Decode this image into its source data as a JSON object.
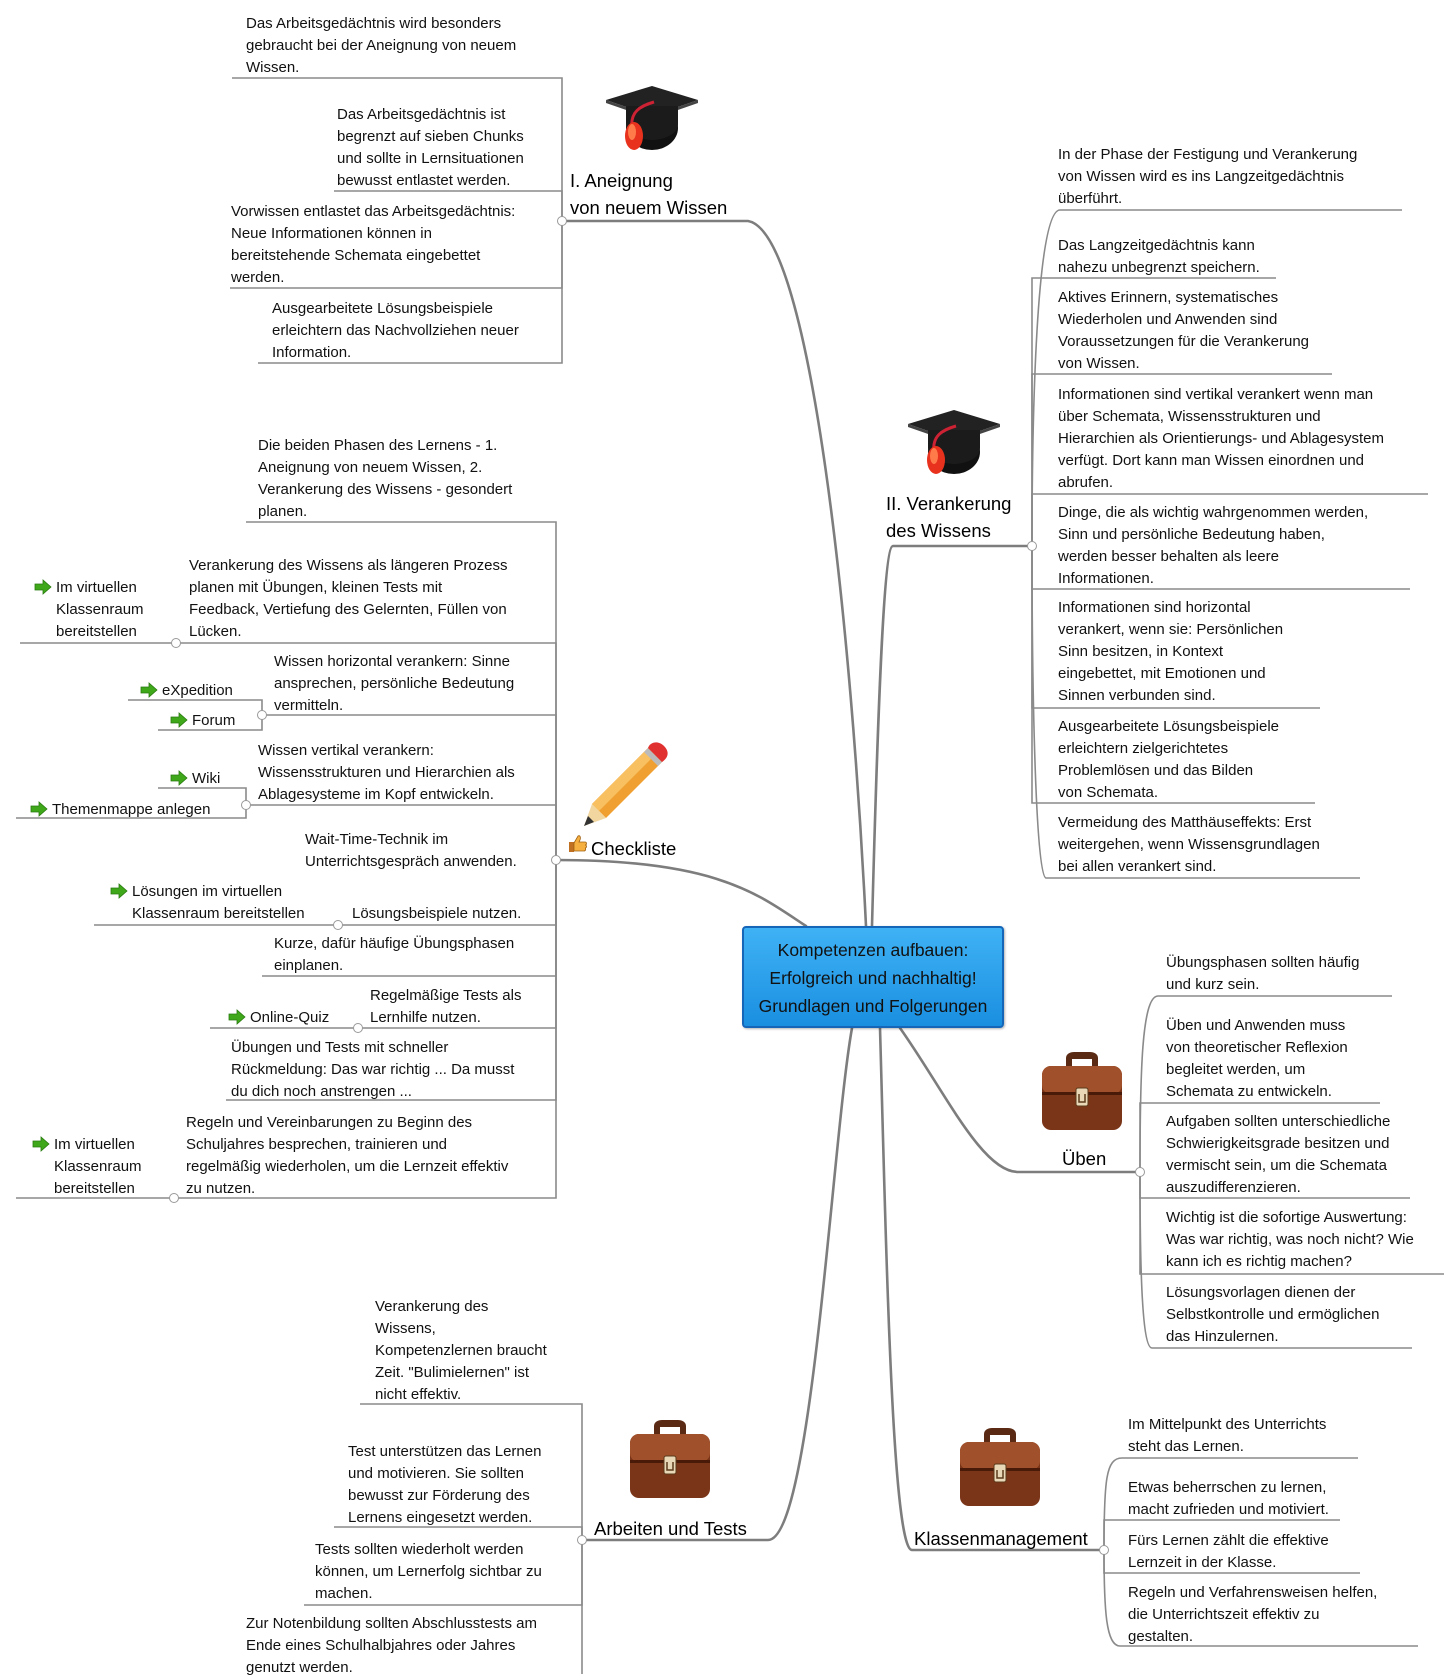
{
  "center": "Kompetenzen aufbauen:\nErfolgreich und nachhaltig!\nGrundlagen und Folgerungen",
  "branches": {
    "aneignung": {
      "label": "I. Aneignung\nvon neuem Wissen",
      "icon": "mortarboard-icon",
      "items": [
        "Das Arbeitsgedächtnis wird besonders\ngebraucht bei der Aneignung von neuem\nWissen.",
        "Das Arbeitsgedächtnis ist\nbegrenzt auf sieben Chunks\nund sollte in Lernsituationen\nbewusst entlastet werden.",
        "Vorwissen entlastet das Arbeitsgedächtnis:\nNeue Informationen können in\nbereitstehende Schemata eingebettet\nwerden.",
        "Ausgearbeitete Lösungsbeispiele\nerleichtern das Nachvollziehen neuer\nInformation."
      ]
    },
    "verankerung": {
      "label": "II. Verankerung\ndes Wissens",
      "icon": "mortarboard-icon",
      "items": [
        "In der Phase der Festigung und Verankerung\nvon Wissen wird es ins Langzeitgedächtnis\nüberführt.",
        "Das Langzeitgedächtnis kann\nnahezu unbegrenzt speichern.",
        "Aktives Erinnern, systematisches\nWiederholen und Anwenden sind\nVoraussetzungen für die Verankerung\nvon Wissen.",
        "Informationen sind vertikal verankert wenn man\nüber Schemata, Wissensstrukturen und\nHierarchien als Orientierungs- und Ablagesystem\nverfügt. Dort kann man Wissen einordnen und\nabrufen.",
        "Dinge, die als wichtig wahrgenommen werden,\nSinn und persönliche Bedeutung haben,\nwerden besser behalten als leere\nInformationen.",
        "Informationen sind horizontal\nverankert, wenn sie: Persönlichen\nSinn besitzen, in Kontext\neingebettet, mit Emotionen und\nSinnen verbunden sind.",
        "Ausgearbeitete Lösungsbeispiele\nerleichtern zielgerichtetes\nProblemlösen und das Bilden\nvon Schemata.",
        "Vermeidung des Matthäuseffekts: Erst\nweitergehen, wenn Wissensgrundlagen\nbei allen verankert sind."
      ]
    },
    "checkliste": {
      "label": "Checkliste",
      "icon": "pencil-icon",
      "items": [
        "Die beiden Phasen des Lernens - 1.\nAneignung von neuem Wissen, 2.\nVerankerung des Wissens - gesondert\nplanen.",
        "Verankerung des Wissens als längeren Prozess\nplanen mit Übungen, kleinen Tests mit\nFeedback, Vertiefung des Gelernten, Füllen von\nLücken.",
        "Wissen horizontal verankern: Sinne\nansprechen, persönliche Bedeutung\nvermitteln.",
        "Wissen vertikal verankern:\nWissensstrukturen und Hierarchien als\nAblagesysteme im Kopf entwickeln.",
        "Wait-Time-Technik im\nUnterrichtsgespräch anwenden.",
        "Lösungsbeispiele nutzen.",
        "Kurze, dafür häufige Übungsphasen\neinplanen.",
        "Regelmäßige Tests als\nLernhilfe  nutzen.",
        "Übungen und Tests mit schneller\nRückmeldung: Das war richtig ... Da musst\ndu dich noch anstrengen ...",
        "Regeln und Vereinbarungen zu Beginn des\nSchuljahres besprechen, trainieren und\nregelmäßig wiederholen, um die Lernzeit effektiv\nzu nutzen."
      ],
      "subitems": {
        "virtuell1": "Im virtuellen\nKlassenraum\nbereitstellen",
        "expedition": "eXpedition",
        "forum": "Forum",
        "wiki": "Wiki",
        "themenmappe": "Themenmappe anlegen",
        "loesungen": "Lösungen im virtuellen\nKlassenraum bereitstellen",
        "quiz": "Online-Quiz",
        "virtuell2": "Im virtuellen\nKlassenraum\nbereitstellen"
      }
    },
    "ueben": {
      "label": "Üben",
      "icon": "briefcase-icon",
      "items": [
        "Übungsphasen sollten häufig\nund kurz sein.",
        "Üben und Anwenden muss\nvon theoretischer Reflexion\nbegleitet werden, um\nSchemata zu entwickeln.",
        "Aufgaben sollten unterschiedliche\nSchwierigkeitsgrade besitzen und\nvermischt sein, um die Schemata\nauszudifferenzieren.",
        "Wichtig ist die sofortige Auswertung:\nWas war richtig, was noch nicht? Wie\nkann ich es richtig machen?",
        "Lösungsvorlagen dienen der\nSelbstkontrolle und ermöglichen\ndas Hinzulernen."
      ]
    },
    "arbeiten": {
      "label": "Arbeiten und Tests",
      "icon": "briefcase-icon",
      "items": [
        "Verankerung des\nWissens,\nKompetenzlernen braucht\nZeit. \"Bulimielernen\" ist\nnicht effektiv.",
        "Test unterstützen das Lernen\nund motivieren. Sie sollten\nbewusst zur Förderung des\nLernens eingesetzt werden.",
        "Tests sollten wiederholt werden\nkönnen, um Lernerfolg sichtbar zu\nmachen.",
        "Zur Notenbildung sollten Abschlusstests am\nEnde eines Schulhalbjahres oder Jahres\ngenutzt werden."
      ]
    },
    "klassen": {
      "label": "Klassenmanagement",
      "icon": "briefcase-icon",
      "items": [
        "Im Mittelpunkt des Unterrichts\nsteht das Lernen.",
        "Etwas beherrschen zu lernen,\nmacht zufrieden und motiviert.",
        "Fürs Lernen zählt die effektive\nLernzeit in der Klasse.",
        "Regeln und Verfahrensweisen helfen,\ndie Unterrichtszeit effektiv zu\ngestalten."
      ]
    }
  },
  "colors": {
    "center_fill": "#2aa0ee",
    "line": "#7a7a7a",
    "arrow": "#3ea81a"
  }
}
